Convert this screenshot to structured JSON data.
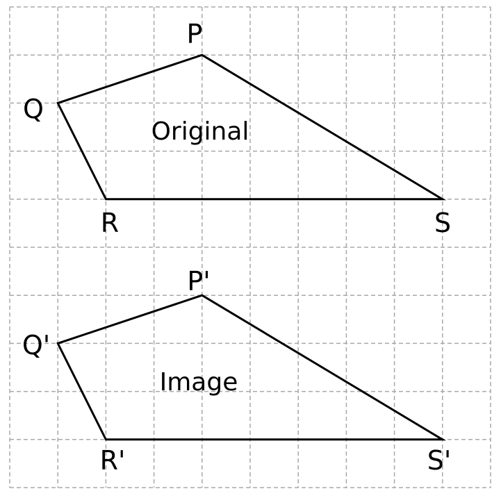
{
  "grid": {
    "line_color": "#a8a8a8",
    "dashed": true
  },
  "shapes": [
    {
      "id": "original",
      "label": "Original",
      "vertices": [
        {
          "name": "P",
          "col": 4,
          "row": 1
        },
        {
          "name": "S",
          "col": 9,
          "row": 4
        },
        {
          "name": "R",
          "col": 2,
          "row": 4
        },
        {
          "name": "Q",
          "col": 1,
          "row": 2
        }
      ]
    },
    {
      "id": "image",
      "label": "Image",
      "vertices": [
        {
          "name": "P'",
          "col": 4,
          "row": 6
        },
        {
          "name": "S'",
          "col": 9,
          "row": 9
        },
        {
          "name": "R'",
          "col": 2,
          "row": 9
        },
        {
          "name": "Q'",
          "col": 1,
          "row": 7
        }
      ]
    }
  ]
}
